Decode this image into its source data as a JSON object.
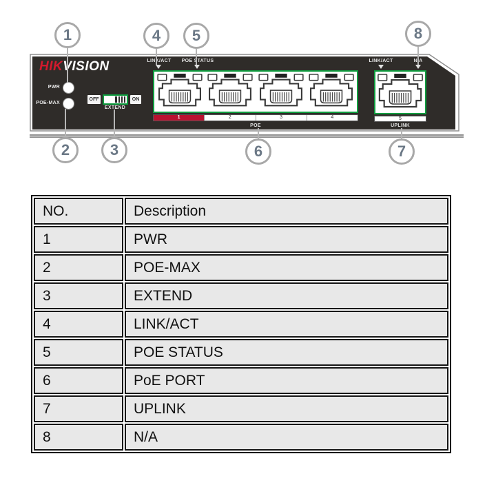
{
  "device": {
    "brand": {
      "prefix": "HIK",
      "suffix": "VISION"
    },
    "leds": {
      "pwr": "PWR",
      "poe_max": "POE-MAX"
    },
    "extend_switch": {
      "off": "OFF",
      "on": "ON",
      "label": "EXTEND"
    },
    "poe_group": {
      "link_act_label": "LINK/ACT",
      "poe_status_label": "POE STATUS",
      "ports": [
        "1",
        "2",
        "3",
        "4"
      ],
      "group_label": "POE"
    },
    "uplink_group": {
      "link_act_label": "LINK/ACT",
      "na_label": "N/A",
      "port": "5",
      "group_label": "UPLINK"
    }
  },
  "callouts": [
    "1",
    "2",
    "3",
    "4",
    "5",
    "6",
    "7",
    "8"
  ],
  "table": {
    "headers": [
      "NO.",
      "Description"
    ],
    "rows": [
      [
        "1",
        "PWR"
      ],
      [
        "2",
        "POE-MAX"
      ],
      [
        "3",
        "EXTEND"
      ],
      [
        "4",
        "LINK/ACT"
      ],
      [
        "5",
        "POE STATUS"
      ],
      [
        "6",
        "PoE PORT"
      ],
      [
        "7",
        "UPLINK"
      ],
      [
        "8",
        "N/A"
      ]
    ]
  },
  "colors": {
    "panel_face": "#2f2c29",
    "accent_green": "#0f9d3f",
    "accent_red": "#ba1230",
    "logo_red": "#d11a2d",
    "table_cell": "#e8e8e8",
    "callout_text": "#6b7886"
  }
}
